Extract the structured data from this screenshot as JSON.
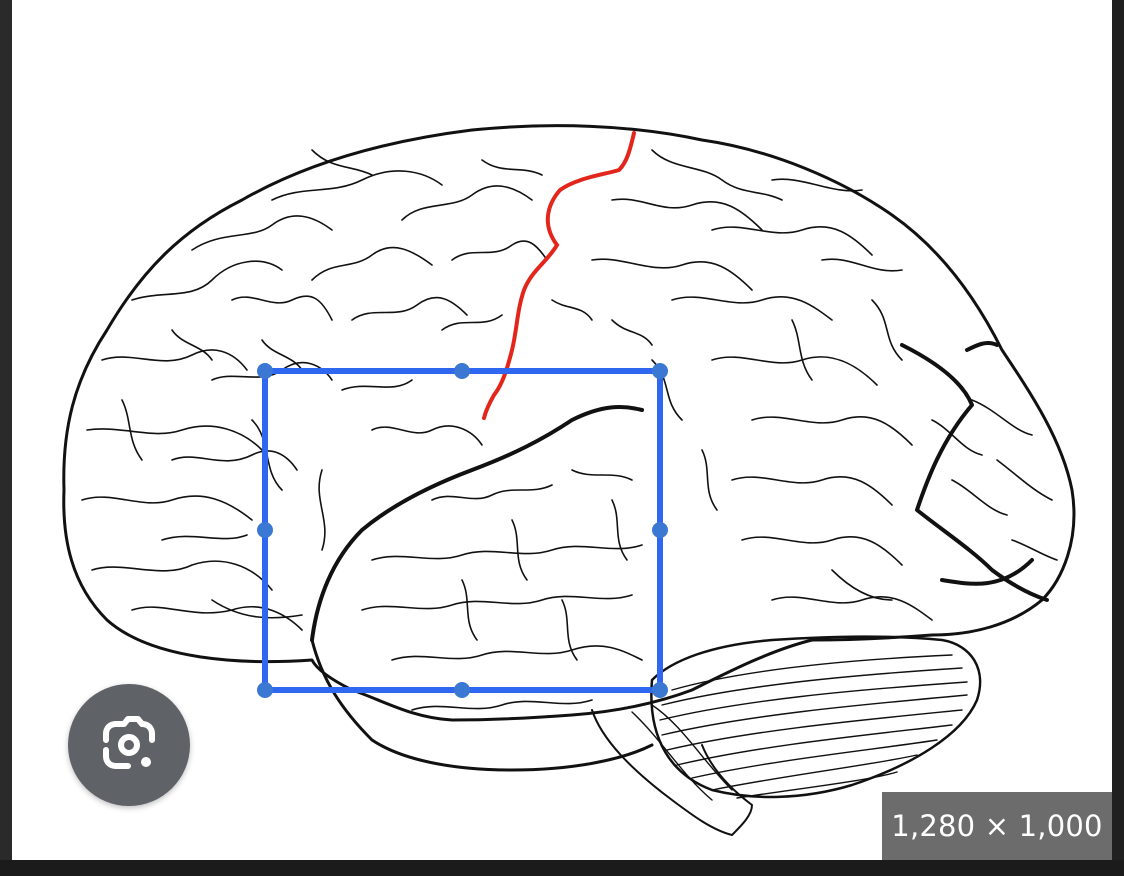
{
  "image_viewer": {
    "dimensions_label": "1,280 × 1,000",
    "lens_button_icon": "google-lens-icon",
    "crop_selection_handles": [
      "top-left",
      "top-center",
      "top-right",
      "middle-left",
      "middle-right",
      "bottom-left",
      "bottom-center",
      "bottom-right"
    ]
  },
  "colors": {
    "selection_border": "#2f67f0",
    "selection_handle": "#3a78d4",
    "central_sulcus_highlight": "#e3261b",
    "lens_button_bg": "#5f6368"
  }
}
